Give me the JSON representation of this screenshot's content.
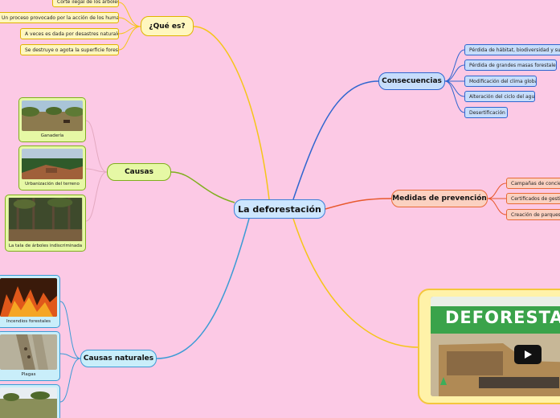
{
  "central": "La deforestación",
  "que_es": {
    "title": "¿Qué es?",
    "items": [
      "Corte ilegal de los árboles",
      "Un proceso provocado por la acción de los humanos",
      "A veces es dada por desastres naturales",
      "Se destruye o agota la superficie forestal"
    ]
  },
  "consecuencias": {
    "title": "Consecuencias",
    "items": [
      "Pérdida de hábitat, biodiversidad y suelo",
      "Pérdida de grandes masas forestales",
      "Modificación del clima global",
      "Alteración del ciclo del agua",
      "Desertificación"
    ]
  },
  "medidas": {
    "title": "Medidas de prevención",
    "items": [
      "Campañas de concien",
      "Certificados de gestió",
      "Creación de parques p"
    ]
  },
  "causas": {
    "title": "Causas",
    "items": [
      "Ganadería",
      "Urbanización del terreno",
      "La tala de árboles indiscriminada"
    ]
  },
  "causas_naturales": {
    "title": "Causas naturales",
    "items": [
      "Incendios forestales",
      "Plagas"
    ]
  },
  "video": {
    "title": "DEFORESTA"
  },
  "colors": {
    "background": "#fcc9e5",
    "que_es_branch": "#f5c518",
    "consecuencias_branch": "#2f66cf",
    "medidas_branch": "#e8582c",
    "causas_branch": "#7faf1d",
    "causas_naturales_branch": "#3b9bd5"
  }
}
